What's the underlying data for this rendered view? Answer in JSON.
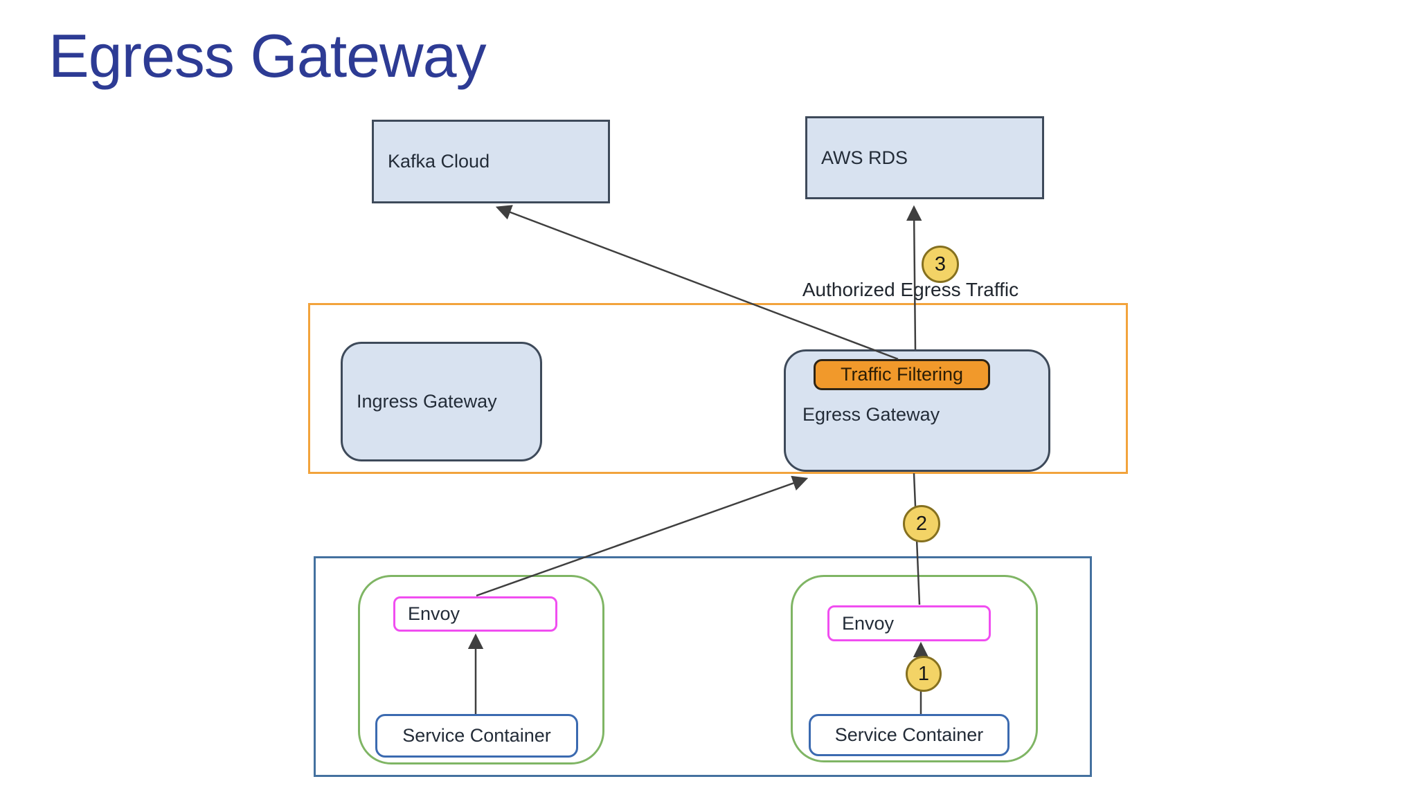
{
  "title": "Egress Gateway",
  "nodes": {
    "kafka": {
      "label": "Kafka Cloud"
    },
    "aws_rds": {
      "label": "AWS RDS"
    },
    "ingress_gateway": {
      "label": "Ingress Gateway"
    },
    "egress_gateway": {
      "label": "Egress Gateway"
    },
    "traffic_filtering": {
      "label": "Traffic Filtering"
    },
    "envoy_left": {
      "label": "Envoy"
    },
    "envoy_right": {
      "label": "Envoy"
    },
    "service_left": {
      "label": "Service Container"
    },
    "service_right": {
      "label": "Service Container"
    }
  },
  "annotations": {
    "authorized_egress": "Authorized Egress Traffic",
    "steps": [
      "1",
      "2",
      "3"
    ]
  },
  "colors": {
    "title": "#2d3b94",
    "node-fill": "#d8e2f0",
    "node-border": "#3e4a5a",
    "zone-orange": "#f2a33c",
    "zone-blue": "#44719f",
    "pod-green": "#7fb564",
    "envoy-pink": "#f04ef0",
    "service-blue": "#3b6ab0",
    "badge-fill": "#f3d366",
    "badge-border": "#85701f",
    "tf-fill": "#f1992b",
    "tf-border": "#2e2415",
    "line": "#3f3f3f"
  }
}
